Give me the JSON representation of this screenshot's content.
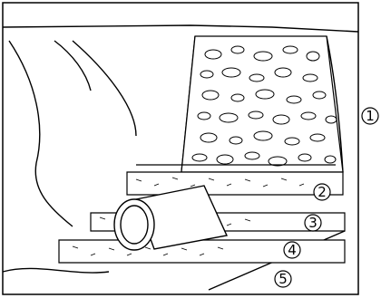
{
  "labels": {
    "layer1": "1",
    "layer2": "2",
    "layer3": "3",
    "layer4": "4",
    "layer5": "5"
  },
  "colors": {
    "line": "#000000",
    "background": "#ffffff"
  }
}
